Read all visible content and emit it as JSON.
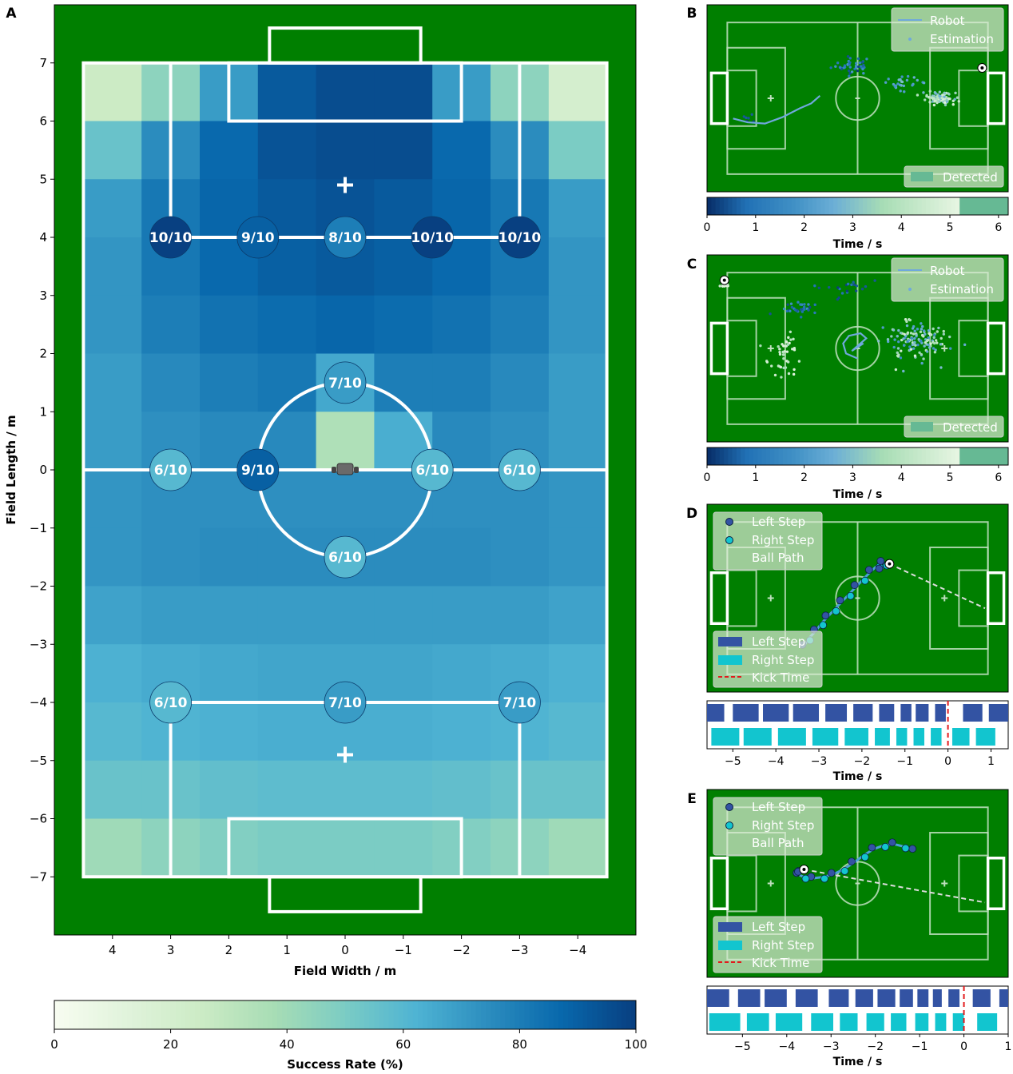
{
  "palette": {
    "turf": "#007f00",
    "line": "#ffffff",
    "left_step": "#3353a3",
    "right_step": "#12c5cf",
    "kick": "#e31a1c",
    "ball_path": "#dddddd",
    "detected": "#66b994",
    "robot_line": "#6fa8dc"
  },
  "chart_data": [
    {
      "panel": "A",
      "type": "heatmap",
      "xlabel": "Field Width / m",
      "ylabel": "Field Length / m",
      "xlim": [
        5,
        -5
      ],
      "ylim": [
        -8,
        8
      ],
      "xticks": [
        4,
        3,
        2,
        1,
        0,
        -1,
        -2,
        -3,
        -4
      ],
      "xtick_labels": [
        "4",
        "3",
        "2",
        "1",
        "0",
        "−1",
        "−2",
        "−3",
        "−4"
      ],
      "yticks": [
        7,
        6,
        5,
        4,
        3,
        2,
        1,
        0,
        -1,
        -2,
        -3,
        -4,
        -5,
        -6,
        -7
      ],
      "ytick_labels": [
        "7",
        "6",
        "5",
        "4",
        "3",
        "2",
        "1",
        "0",
        "−1",
        "−2",
        "−3",
        "−4",
        "−5",
        "−6",
        "−7"
      ],
      "grid_x_edges": [
        4.5,
        3.5,
        2.5,
        1.5,
        0.5,
        -0.5,
        -1.5,
        -2.5,
        -3.5,
        -4.5
      ],
      "grid_y_edges": [
        7,
        6,
        5,
        4,
        3,
        2,
        1,
        0,
        -1,
        -2,
        -3,
        -4,
        -5,
        -6,
        -7
      ],
      "grid": [
        [
          25,
          45,
          70,
          92,
          96,
          96,
          70,
          45,
          20
        ],
        [
          55,
          75,
          87,
          94,
          96,
          96,
          87,
          75,
          50
        ],
        [
          70,
          82,
          88,
          92,
          94,
          92,
          88,
          82,
          70
        ],
        [
          72,
          82,
          87,
          90,
          92,
          90,
          87,
          82,
          72
        ],
        [
          72,
          80,
          84,
          86,
          88,
          86,
          84,
          80,
          72
        ],
        [
          70,
          76,
          80,
          82,
          66,
          80,
          80,
          76,
          70
        ],
        [
          70,
          74,
          76,
          76,
          35,
          64,
          76,
          74,
          70
        ],
        [
          72,
          74,
          74,
          74,
          74,
          74,
          74,
          74,
          72
        ],
        [
          72,
          74,
          75,
          75,
          75,
          75,
          75,
          74,
          72
        ],
        [
          68,
          70,
          70,
          70,
          70,
          70,
          70,
          70,
          68
        ],
        [
          63,
          65,
          66,
          67,
          67,
          67,
          66,
          65,
          63
        ],
        [
          60,
          62,
          63,
          64,
          64,
          64,
          63,
          62,
          60
        ],
        [
          55,
          55,
          57,
          58,
          58,
          58,
          57,
          55,
          55
        ],
        [
          40,
          45,
          48,
          50,
          50,
          50,
          48,
          45,
          40
        ]
      ],
      "trials": [
        {
          "x": 3,
          "y": 4,
          "label": "10/10",
          "value": 100
        },
        {
          "x": 1.5,
          "y": 4,
          "label": "9/10",
          "value": 90
        },
        {
          "x": 0,
          "y": 4,
          "label": "8/10",
          "value": 80
        },
        {
          "x": -1.5,
          "y": 4,
          "label": "10/10",
          "value": 100
        },
        {
          "x": -3,
          "y": 4,
          "label": "10/10",
          "value": 100
        },
        {
          "x": 0,
          "y": 1.5,
          "label": "7/10",
          "value": 70
        },
        {
          "x": 3,
          "y": 0,
          "label": "6/10",
          "value": 60
        },
        {
          "x": 1.5,
          "y": 0,
          "label": "9/10",
          "value": 90
        },
        {
          "x": -1.5,
          "y": 0,
          "label": "6/10",
          "value": 60
        },
        {
          "x": -3,
          "y": 0,
          "label": "6/10",
          "value": 60
        },
        {
          "x": 0,
          "y": -1.5,
          "label": "6/10",
          "value": 60
        },
        {
          "x": 3,
          "y": -4,
          "label": "6/10",
          "value": 60
        },
        {
          "x": 0,
          "y": -4,
          "label": "7/10",
          "value": 70
        },
        {
          "x": -3,
          "y": -4,
          "label": "7/10",
          "value": 70
        }
      ],
      "colorbar": {
        "label": "Success Rate (%)",
        "range": [
          0,
          100
        ],
        "ticks": [
          0,
          20,
          40,
          60,
          80,
          100
        ],
        "tick_labels": [
          "0",
          "20",
          "40",
          "60",
          "80",
          "100"
        ]
      }
    },
    {
      "panel": "B",
      "type": "scatter",
      "legend": [
        "Robot",
        "Estimation",
        "Detected"
      ],
      "robot_path": [
        [
          -4.3,
          -0.8
        ],
        [
          -3.8,
          -0.95
        ],
        [
          -3.2,
          -1.0
        ],
        [
          -2.6,
          -0.75
        ],
        [
          -2.0,
          -0.4
        ],
        [
          -1.6,
          -0.2
        ],
        [
          -1.3,
          0.1
        ]
      ],
      "estimation_clusters": [
        {
          "center": [
            -0.2,
            1.3
          ],
          "spread": [
            0.7,
            0.35
          ],
          "count": 40,
          "tmin": 0.2,
          "tmax": 2.0
        },
        {
          "center": [
            1.5,
            0.6
          ],
          "spread": [
            0.6,
            0.3
          ],
          "count": 25,
          "tmin": 1.5,
          "tmax": 3.0
        },
        {
          "center": [
            2.85,
            0.0
          ],
          "spread": [
            0.45,
            0.22
          ],
          "count": 110,
          "tmin": 2.5,
          "tmax": 5.0
        },
        {
          "center": [
            -3.8,
            -0.85
          ],
          "spread": [
            0.3,
            0.15
          ],
          "count": 6,
          "tmin": 0.0,
          "tmax": 0.6
        }
      ],
      "ball_position": [
        4.3,
        1.2
      ],
      "colorbar": {
        "label": "Time / s",
        "range": [
          0,
          6.2
        ],
        "ticks": [
          0,
          1,
          2,
          3,
          4,
          5,
          6
        ],
        "tick_labels": [
          "0",
          "1",
          "2",
          "3",
          "4",
          "5",
          "6"
        ],
        "detected_from": 5.2
      }
    },
    {
      "panel": "C",
      "type": "scatter",
      "legend": [
        "Robot",
        "Estimation",
        "Detected"
      ],
      "robot_loop": [
        [
          0.0,
          -0.4
        ],
        [
          -0.4,
          -0.2
        ],
        [
          -0.5,
          0.2
        ],
        [
          -0.3,
          0.5
        ],
        [
          0.1,
          0.6
        ],
        [
          0.3,
          0.4
        ],
        [
          0.0,
          0.1
        ],
        [
          -0.2,
          -0.1
        ],
        [
          0.2,
          0.2
        ]
      ],
      "estimation_clusters": [
        {
          "center": [
            -2.0,
            1.6
          ],
          "spread": [
            0.6,
            0.3
          ],
          "count": 30,
          "tmin": 0.3,
          "tmax": 1.8
        },
        {
          "center": [
            -0.5,
            2.4
          ],
          "spread": [
            1.0,
            0.35
          ],
          "count": 20,
          "tmin": 0.1,
          "tmax": 1.0
        },
        {
          "center": [
            1.9,
            0.3
          ],
          "spread": [
            1.1,
            0.8
          ],
          "count": 130,
          "tmin": 1.5,
          "tmax": 5.0
        },
        {
          "center": [
            -2.5,
            -0.3
          ],
          "spread": [
            0.6,
            0.8
          ],
          "count": 40,
          "tmin": 3.5,
          "tmax": 5.2
        },
        {
          "center": [
            -4.6,
            2.5
          ],
          "spread": [
            0.15,
            0.1
          ],
          "count": 10,
          "tmin": 4.5,
          "tmax": 5.2
        }
      ],
      "ball_position": [
        -4.6,
        2.7
      ],
      "colorbar": {
        "label": "Time / s",
        "range": [
          0,
          6.2
        ],
        "ticks": [
          0,
          1,
          2,
          3,
          4,
          5,
          6
        ],
        "tick_labels": [
          "0",
          "1",
          "2",
          "3",
          "4",
          "5",
          "6"
        ],
        "detected_from": 5.2
      }
    },
    {
      "panel": "D",
      "type": "scatter",
      "legend_top": [
        "Left Step",
        "Right Step",
        "Ball Path"
      ],
      "legend_bottom": [
        "Left Step",
        "Right Step",
        "Kick Time"
      ],
      "steps": [
        [
          -1.85,
          -1.9
        ],
        [
          -1.7,
          -1.6
        ],
        [
          -1.45,
          -1.3
        ],
        [
          -1.25,
          -1.0
        ],
        [
          -1.05,
          -0.75
        ],
        [
          -0.8,
          -0.45
        ],
        [
          -0.55,
          -0.15
        ],
        [
          -0.3,
          0.15
        ],
        [
          -0.05,
          0.45
        ],
        [
          0.2,
          0.75
        ],
        [
          0.45,
          1.05
        ],
        [
          0.7,
          1.3
        ],
        [
          0.85,
          1.4
        ],
        [
          0.95,
          1.35
        ],
        [
          0.8,
          1.1
        ]
      ],
      "ball_start": [
        1.1,
        1.35
      ],
      "ball_end": [
        4.4,
        -0.4
      ],
      "timeline": {
        "xlim": [
          -5.6,
          1.4
        ],
        "xlabel": "Time / s",
        "ticks": [
          -5,
          -4,
          -3,
          -2,
          -1,
          0,
          1
        ],
        "tick_labels": [
          "−5",
          "−4",
          "−3",
          "−2",
          "−1",
          "0",
          "1"
        ],
        "kick_time": 0,
        "left_bars": [
          [
            -5.6,
            -5.2
          ],
          [
            -5.0,
            -4.4
          ],
          [
            -4.3,
            -3.7
          ],
          [
            -3.6,
            -3.0
          ],
          [
            -2.85,
            -2.35
          ],
          [
            -2.2,
            -1.75
          ],
          [
            -1.6,
            -1.25
          ],
          [
            -1.1,
            -0.85
          ],
          [
            -0.75,
            -0.45
          ],
          [
            -0.3,
            -0.05
          ],
          [
            0.35,
            0.8
          ],
          [
            0.95,
            1.4
          ]
        ],
        "right_bars": [
          [
            -5.5,
            -4.85
          ],
          [
            -4.75,
            -4.1
          ],
          [
            -3.95,
            -3.3
          ],
          [
            -3.15,
            -2.55
          ],
          [
            -2.4,
            -1.85
          ],
          [
            -1.7,
            -1.35
          ],
          [
            -1.2,
            -0.95
          ],
          [
            -0.8,
            -0.55
          ],
          [
            -0.4,
            -0.15
          ],
          [
            0.1,
            0.5
          ],
          [
            0.65,
            1.1
          ]
        ]
      }
    },
    {
      "panel": "E",
      "type": "scatter",
      "legend_top": [
        "Left Step",
        "Right Step",
        "Ball Path"
      ],
      "legend_bottom": [
        "Left Step",
        "Right Step",
        "Kick Time"
      ],
      "steps": [
        [
          1.95,
          1.3
        ],
        [
          1.6,
          1.45
        ],
        [
          1.25,
          1.55
        ],
        [
          0.9,
          1.5
        ],
        [
          0.55,
          1.35
        ],
        [
          0.2,
          1.1
        ],
        [
          -0.15,
          0.8
        ],
        [
          -0.5,
          0.55
        ],
        [
          -0.85,
          0.35
        ],
        [
          -1.2,
          0.25
        ],
        [
          -1.55,
          0.2
        ],
        [
          -1.85,
          0.25
        ],
        [
          -2.05,
          0.35
        ],
        [
          -2.1,
          0.55
        ],
        [
          -2.0,
          0.4
        ]
      ],
      "ball_start": [
        -1.85,
        0.55
      ],
      "ball_end": [
        4.4,
        -0.75
      ],
      "timeline": {
        "xlim": [
          -5.8,
          1.0
        ],
        "xlabel": "Time / s",
        "ticks": [
          -5,
          -4,
          -3,
          -2,
          -1,
          0,
          1
        ],
        "tick_labels": [
          "−5",
          "−4",
          "−3",
          "−2",
          "−1",
          "0",
          "1"
        ],
        "kick_time": 0,
        "left_bars": [
          [
            -5.8,
            -5.3
          ],
          [
            -5.1,
            -4.6
          ],
          [
            -4.5,
            -4.0
          ],
          [
            -3.8,
            -3.3
          ],
          [
            -3.05,
            -2.6
          ],
          [
            -2.45,
            -2.05
          ],
          [
            -1.95,
            -1.55
          ],
          [
            -1.45,
            -1.15
          ],
          [
            -1.05,
            -0.8
          ],
          [
            -0.7,
            -0.5
          ],
          [
            -0.35,
            -0.1
          ],
          [
            0.2,
            0.6
          ],
          [
            0.8,
            1.0
          ]
        ],
        "right_bars": [
          [
            -5.75,
            -5.05
          ],
          [
            -4.9,
            -4.4
          ],
          [
            -4.25,
            -3.65
          ],
          [
            -3.45,
            -2.95
          ],
          [
            -2.8,
            -2.4
          ],
          [
            -2.2,
            -1.8
          ],
          [
            -1.65,
            -1.3
          ],
          [
            -1.1,
            -0.8
          ],
          [
            -0.65,
            -0.4
          ],
          [
            -0.25,
            0.0
          ],
          [
            0.3,
            0.75
          ]
        ]
      }
    }
  ],
  "panel_letters": [
    "A",
    "B",
    "C",
    "D",
    "E"
  ]
}
